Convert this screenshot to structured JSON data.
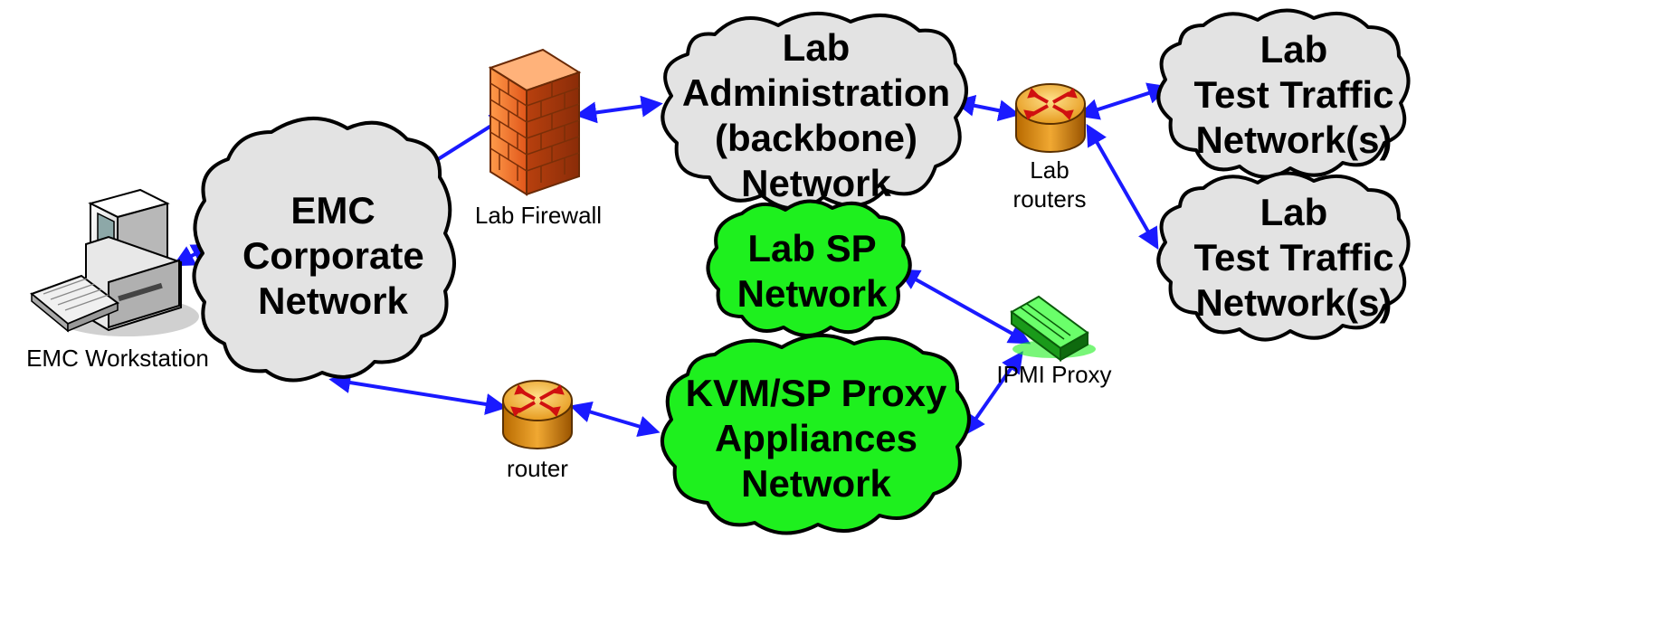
{
  "clouds": {
    "corporate": {
      "lines": [
        "EMC",
        "Corporate",
        "Network"
      ],
      "fill": "#e3e3e3"
    },
    "lab_admin": {
      "lines": [
        "Lab",
        "Administration",
        "(backbone)",
        "Network"
      ],
      "fill": "#e3e3e3"
    },
    "test_traffic_1": {
      "lines": [
        "Lab",
        "Test Traffic",
        "Network(s)"
      ],
      "fill": "#e3e3e3"
    },
    "test_traffic_2": {
      "lines": [
        "Lab",
        "Test Traffic",
        "Network(s)"
      ],
      "fill": "#e3e3e3"
    },
    "lab_sp": {
      "lines": [
        "Lab SP",
        "Network"
      ],
      "fill": "#1ef01e"
    },
    "kvm_proxy": {
      "lines": [
        "KVM/SP Proxy",
        "Appliances",
        "Network"
      ],
      "fill": "#1ef01e"
    }
  },
  "devices": {
    "workstation": {
      "label": "EMC Workstation",
      "icon": "workstation-icon"
    },
    "firewall": {
      "label": "Lab Firewall",
      "icon": "firewall-icon"
    },
    "lab_routers": {
      "lines": [
        "Lab",
        "routers"
      ],
      "icon": "router-icon"
    },
    "router": {
      "label": "router",
      "icon": "router-icon"
    },
    "ipmi_proxy": {
      "label": "IPMI Proxy",
      "icon": "network-switch-icon"
    }
  },
  "colors": {
    "link": "#1a1aff",
    "gray_cloud": "#e3e3e3",
    "green_cloud": "#1ef01e",
    "outline": "#000000"
  }
}
